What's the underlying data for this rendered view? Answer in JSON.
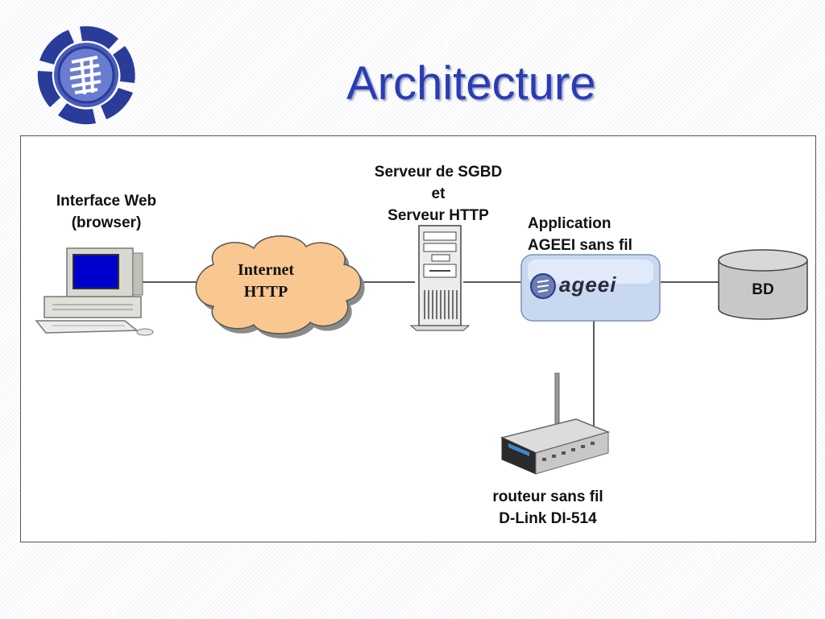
{
  "slide": {
    "title": "Architecture"
  },
  "diagram": {
    "client": {
      "line1": "Interface Web",
      "line2": "(browser)"
    },
    "cloud": {
      "line1": "Internet",
      "line2": "HTTP"
    },
    "server": {
      "line1": "Serveur de SGBD",
      "line2": "et",
      "line3": "Serveur HTTP"
    },
    "application": {
      "line1": "Application",
      "line2": "AGEEI sans fil",
      "badge_text": "ageei"
    },
    "database": {
      "label": "BD"
    },
    "router": {
      "line1": "routeur sans fil",
      "line2": "D-Link DI-514"
    }
  },
  "colors": {
    "title": "#2a3cb4",
    "cloud": "#f8c890",
    "app_box": "#c8d8f0",
    "database": "#c8c8c8",
    "screen": "#0000cc"
  },
  "icons": [
    "logo-icon",
    "computer-icon",
    "cloud-icon",
    "server-tower-icon",
    "application-box-icon",
    "database-cylinder-icon",
    "wireless-router-icon"
  ]
}
